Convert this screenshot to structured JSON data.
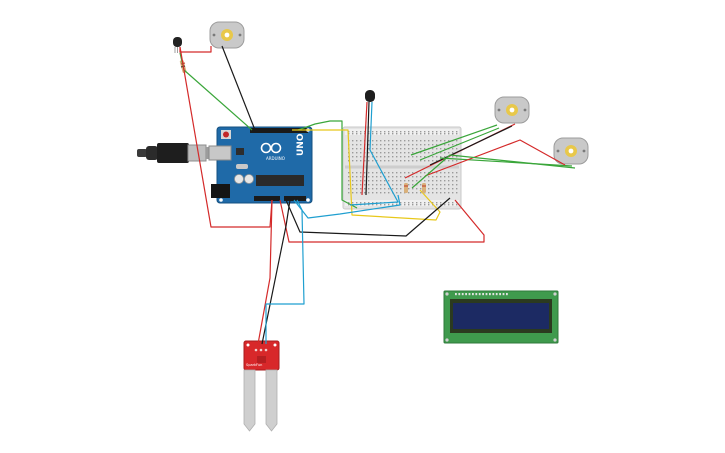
{
  "board": {
    "brand": "ARDUINO",
    "model": "UNO"
  },
  "sensor": {
    "label": "SparkFun"
  },
  "lcd": {
    "text_line_1": "",
    "text_line_2": ""
  },
  "colors": {
    "wire_red": "#d42a2a",
    "wire_black": "#1a1a1a",
    "wire_green": "#3aa63a",
    "wire_blue": "#1f9fd0",
    "wire_yellow": "#e8c81a",
    "board_blue": "#1f6aa8",
    "sensor_red": "#d8282a",
    "lcd_green": "#3f9a4d",
    "lcd_screen": "#1c2a63"
  }
}
